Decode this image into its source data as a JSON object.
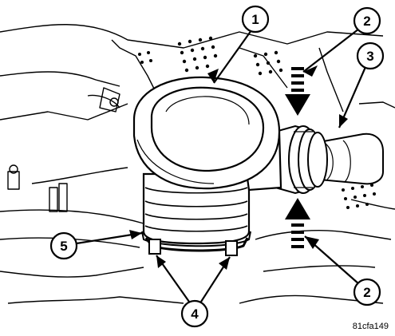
{
  "figure": {
    "id": "81cfa149",
    "callouts": [
      "1",
      "2",
      "3",
      "2",
      "5",
      "4"
    ]
  }
}
